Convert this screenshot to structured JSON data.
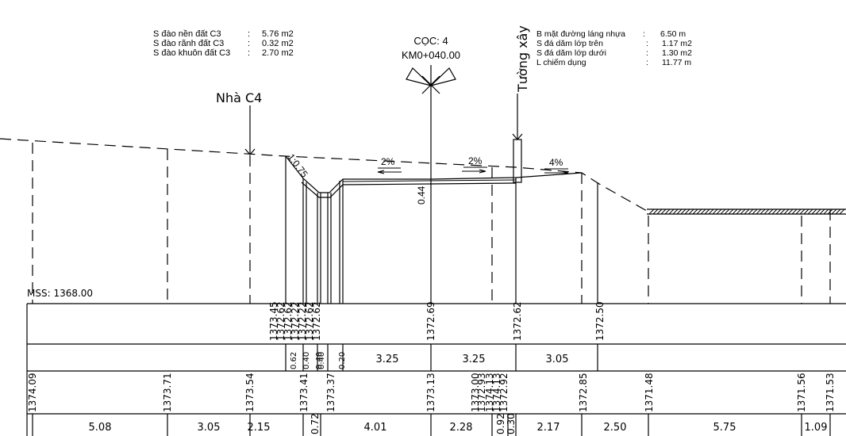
{
  "colors": {
    "ink": "#000000",
    "paper": "#ffffff"
  },
  "areas_left": {
    "rows": [
      {
        "label": "S đào nền đất C3",
        "sep": ":",
        "value": "5.76 m2"
      },
      {
        "label": "S đào rãnh đất C3",
        "sep": ":",
        "value": "0.32 m2"
      },
      {
        "label": "S đào khuôn đất C3",
        "sep": ":",
        "value": "2.70 m2"
      }
    ]
  },
  "station": {
    "stake": "CỌC: 4",
    "chainage": "KM0+040.00"
  },
  "areas_right": {
    "rows": [
      {
        "label": "B mặt đường láng nhựa",
        "sep": ":",
        "value": "6.50 m"
      },
      {
        "label": "S đá dăm lớp trên",
        "sep": ":",
        "value": "1.17 m2"
      },
      {
        "label": "S đá dăm lớp dưới",
        "sep": ":",
        "value": "1.30 m2"
      },
      {
        "label": "L chiếm dụng",
        "sep": ":",
        "value": "11.77 m"
      }
    ]
  },
  "labels": {
    "house": "Nhà C4",
    "wall": "Tường xây",
    "slope": "1:0.75",
    "depth": "0.44",
    "grade_left": "2%",
    "grade_right": "2%",
    "grade_shoulder": "4%",
    "datum": "MSS: 1368.00"
  },
  "design_elevations": [
    "1373.45",
    "1372.62",
    "1372.62",
    "1372.22",
    "1372.22",
    "1372.62",
    "1372.62",
    "1372.69",
    "1372.62",
    "1372.50"
  ],
  "design_widths": {
    "small": [
      "0.62",
      "0.40",
      "0.40",
      "0.40",
      "0.20"
    ],
    "main": [
      "3.25",
      "3.25",
      "3.05"
    ]
  },
  "natural_elevations": [
    "1374.09",
    "1373.71",
    "1373.54",
    "1373.41",
    "1373.37",
    "1373.13",
    "1373.00",
    "1372.93",
    "1374.13",
    "1374.13",
    "1372.92",
    "1372.85",
    "1371.48",
    "1371.56",
    "1371.53"
  ],
  "distances": [
    "5.08",
    "3.05",
    "2.15",
    "0.72",
    "4.01",
    "2.28",
    "0.92",
    "0.30",
    "2.17",
    "2.50",
    "5.75",
    "1.09"
  ]
}
